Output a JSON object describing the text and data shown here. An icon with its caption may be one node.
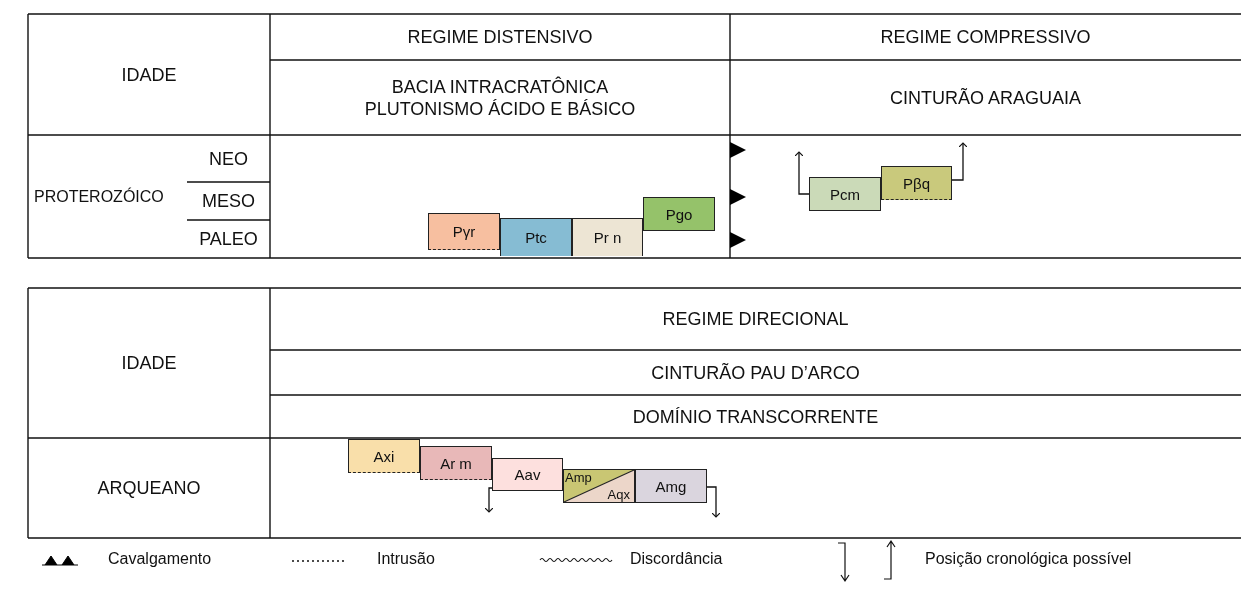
{
  "diagram": {
    "nodes": [
      {
        "text": [
          "Pγr"
        ]
      },
      {
        "text": [
          "Ptc"
        ]
      },
      {
        "text": [
          "Pr n"
        ]
      },
      {
        "text": [
          "Pgo"
        ]
      },
      {
        "text": [
          "Pcm"
        ]
      },
      {
        "text": [
          "Pβq"
        ]
      },
      {
        "text": [
          "Axi"
        ]
      },
      {
        "text": [
          "Ar m"
        ]
      },
      {
        "text": [
          "Aav"
        ]
      },
      {
        "text": [
          "Amp",
          "Aqx"
        ]
      },
      {
        "text": [
          "Amg"
        ]
      }
    ],
    "edges": [
      {
        "from": 4,
        "to": null,
        "arrow": "to"
      },
      {
        "from": 5,
        "to": null,
        "arrow": "to"
      },
      {
        "from": 8,
        "to": null,
        "arrow": "to"
      },
      {
        "from": 10,
        "to": null,
        "arrow": "to"
      }
    ],
    "labels": [
      "IDADE",
      "REGIME DISTENSIVO",
      "REGIME COMPRESSIVO",
      "BACIA INTRACRATÔNICA PLUTONISMO ÁCIDO E BÁSICO",
      "CINTURÃO ARAGUAIA",
      "NEO",
      "PROTEROZÓICO",
      "MESO",
      "PALEO",
      "IDADE",
      "REGIME DIRECIONAL",
      "CINTURÃO PAU D’ARCO",
      "DOMÍNIO TRANSCORRENTE",
      "ARQUEANO"
    ],
    "legend": [
      {
        "text": "Cavalgamento"
      },
      {
        "text": "Intrusão"
      },
      {
        "text": "Discordância"
      },
      {
        "text": "Posição cronológica possível"
      }
    ]
  }
}
